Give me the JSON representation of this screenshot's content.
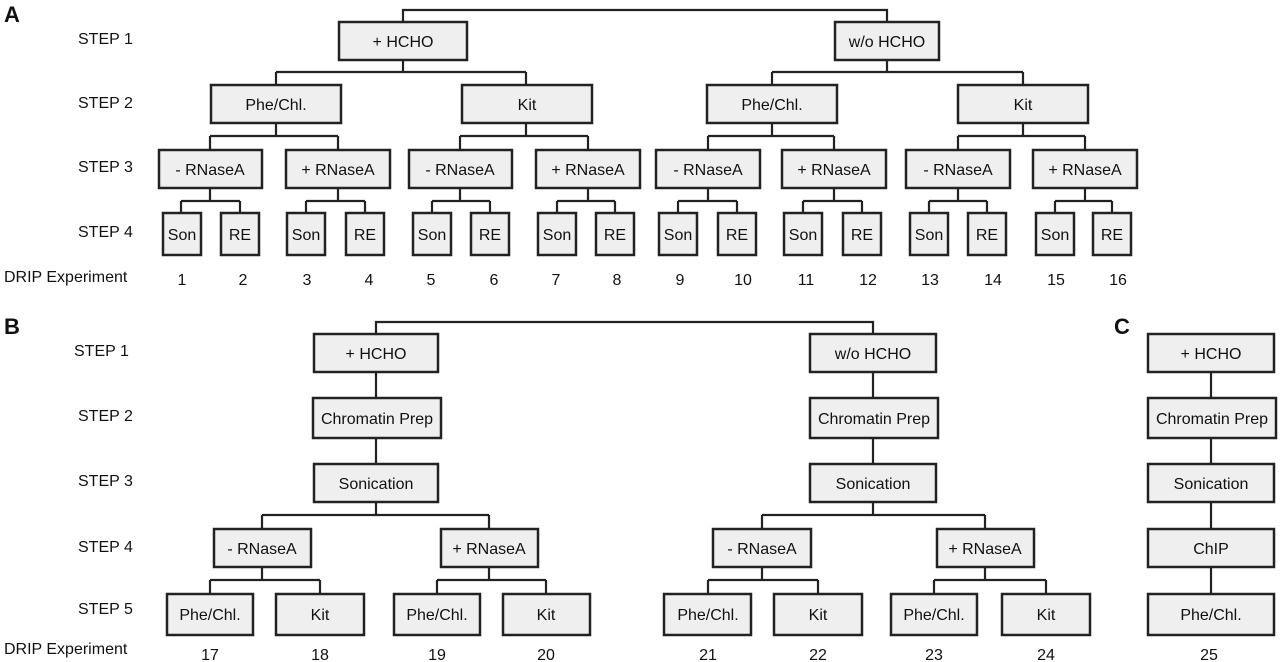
{
  "panels": {
    "A": {
      "label": "A",
      "steps": [
        "STEP 1",
        "STEP 2",
        "STEP 3",
        "STEP 4"
      ],
      "drip_label": "DRIP Experiment",
      "level1": [
        "+ HCHO",
        "w/o HCHO"
      ],
      "level2": [
        "Phe/Chl.",
        "Kit",
        "Phe/Chl.",
        "Kit"
      ],
      "level3": [
        "- RNaseA",
        "+ RNaseA",
        "- RNaseA",
        "+ RNaseA",
        "- RNaseA",
        "+ RNaseA",
        "- RNaseA",
        "+ RNaseA"
      ],
      "level4": [
        "Son",
        "RE",
        "Son",
        "RE",
        "Son",
        "RE",
        "Son",
        "RE",
        "Son",
        "RE",
        "Son",
        "RE",
        "Son",
        "RE",
        "Son",
        "RE"
      ],
      "experiments": [
        "1",
        "2",
        "3",
        "4",
        "5",
        "6",
        "7",
        "8",
        "9",
        "10",
        "11",
        "12",
        "13",
        "14",
        "15",
        "16"
      ]
    },
    "B": {
      "label": "B",
      "steps": [
        "STEP 1",
        "STEP 2",
        "STEP 3",
        "STEP 4",
        "STEP 5"
      ],
      "drip_label": "DRIP Experiment",
      "level1": [
        "+ HCHO",
        "w/o HCHO"
      ],
      "level2": [
        "Chromatin Prep",
        "Chromatin Prep"
      ],
      "level3": [
        "Sonication",
        "Sonication"
      ],
      "level4": [
        "- RNaseA",
        "+ RNaseA",
        "- RNaseA",
        "+ RNaseA"
      ],
      "level5": [
        "Phe/Chl.",
        "Kit",
        "Phe/Chl.",
        "Kit",
        "Phe/Chl.",
        "Kit",
        "Phe/Chl.",
        "Kit"
      ],
      "experiments": [
        "17",
        "18",
        "19",
        "20",
        "21",
        "22",
        "23",
        "24"
      ]
    },
    "C": {
      "label": "C",
      "chain": [
        "+ HCHO",
        "Chromatin Prep",
        "Sonication",
        "ChIP",
        "Phe/Chl."
      ],
      "experiments": [
        "25"
      ]
    }
  }
}
